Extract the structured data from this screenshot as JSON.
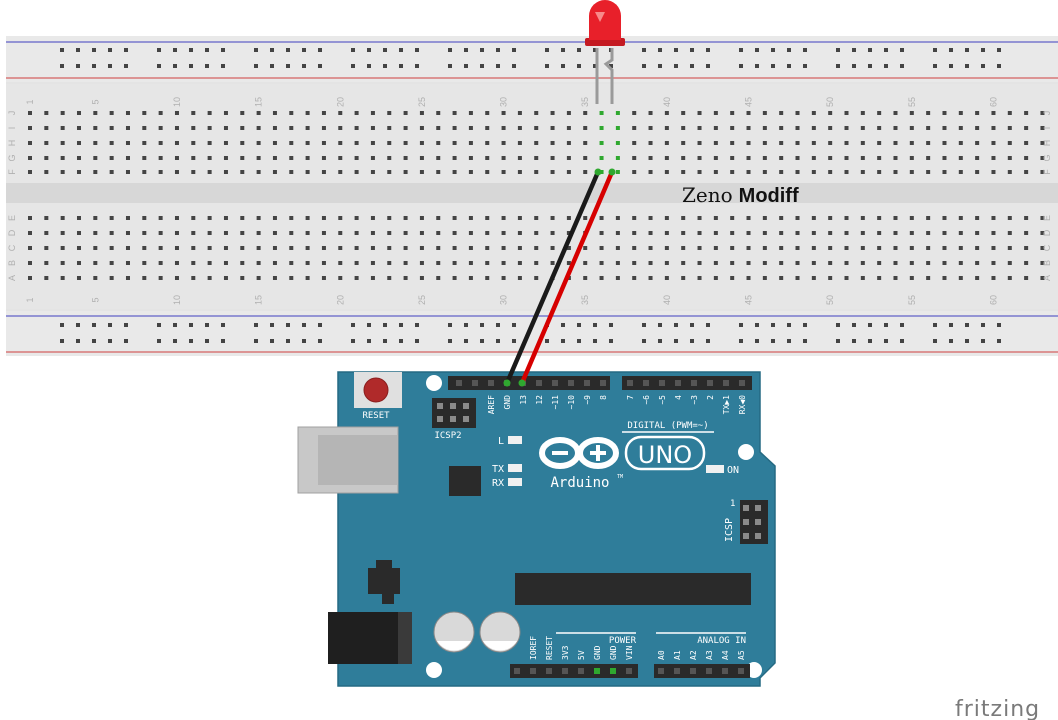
{
  "breadboard": {
    "column_numbers": [
      "1",
      "5",
      "10",
      "15",
      "20",
      "25",
      "30",
      "35",
      "40",
      "45",
      "50",
      "55",
      "60"
    ],
    "row_letters_top": [
      "J",
      "I",
      "H",
      "G",
      "F"
    ],
    "row_letters_bottom": [
      "E",
      "D",
      "C",
      "B",
      "A"
    ]
  },
  "author": {
    "first": "Zeno",
    "last": "Modiff"
  },
  "arduino": {
    "logo_text": "Arduino",
    "model": "UNO",
    "trademark": "TM",
    "reset_label": "RESET",
    "icsp2_label": "ICSP2",
    "icsp_label": "ICSP",
    "icsp_pin1": "1",
    "digital_label": "DIGITAL (PWM=~)",
    "power_label": "POWER",
    "analog_label": "ANALOG IN",
    "led_labels": {
      "l": "L",
      "tx": "TX",
      "rx": "RX",
      "on": "ON"
    },
    "top_header_pins": [
      "AREF",
      "GND",
      "13",
      "12",
      "~11",
      "~10",
      "~9",
      "8"
    ],
    "top_header2_pins": [
      "7",
      "~6",
      "~5",
      "4",
      "~3",
      "2",
      "TX▶1",
      "RX◀0"
    ],
    "power_pins": [
      "IOREF",
      "RESET",
      "3V3",
      "5V",
      "GND",
      "GND",
      "VIN"
    ],
    "analog_pins": [
      "A0",
      "A1",
      "A2",
      "A3",
      "A4",
      "A5"
    ]
  },
  "credit": "fritzing",
  "colors": {
    "board": "#2f7d9a",
    "breadboard": "#e4e4e4",
    "wire_black": "#1a1a1a",
    "wire_red": "#d60000",
    "led": "#e8202a",
    "rail_red": "#d04040",
    "rail_blue": "#4040c0"
  }
}
